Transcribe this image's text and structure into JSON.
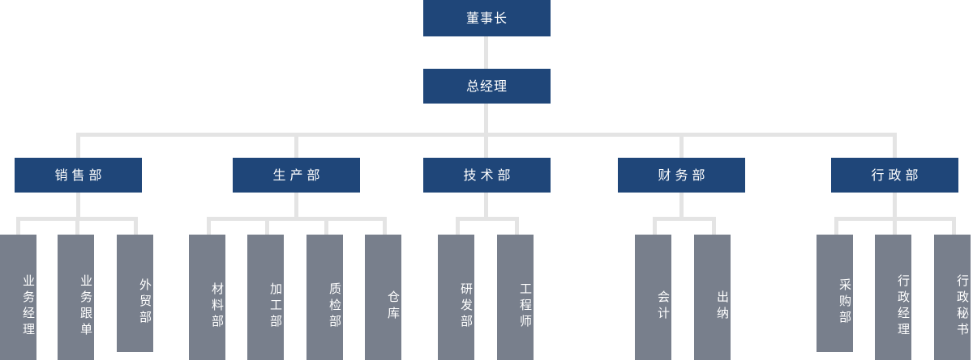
{
  "chart_meta": {
    "type": "org-chart",
    "title": "",
    "colors": {
      "level1_2_box": "#1f4679",
      "department_box": "#1f4679",
      "sub_box": "#787f8c",
      "connector": "#e4e4e4",
      "background": "#ffffff",
      "text": "#ffffff"
    },
    "levels": 4
  },
  "nodes": {
    "chairman": {
      "label": "董事长"
    },
    "general_manager": {
      "label": "总经理"
    },
    "departments": [
      {
        "label": "销售部"
      },
      {
        "label": "生产部"
      },
      {
        "label": "技术部"
      },
      {
        "label": "财务部"
      },
      {
        "label": "行政部"
      }
    ],
    "sales_children": [
      {
        "label": "业务经理"
      },
      {
        "label": "业务跟单"
      },
      {
        "label": "外贸部"
      }
    ],
    "production_children": [
      {
        "label": "材料部"
      },
      {
        "label": "加工部"
      },
      {
        "label": "质检部"
      },
      {
        "label": "仓库"
      }
    ],
    "technology_children": [
      {
        "label": "研发部"
      },
      {
        "label": "工程师"
      }
    ],
    "finance_children": [
      {
        "label": "会计"
      },
      {
        "label": "出纳"
      }
    ],
    "admin_children": [
      {
        "label": "采购部"
      },
      {
        "label": "行政经理"
      },
      {
        "label": "行政秘书"
      }
    ]
  }
}
